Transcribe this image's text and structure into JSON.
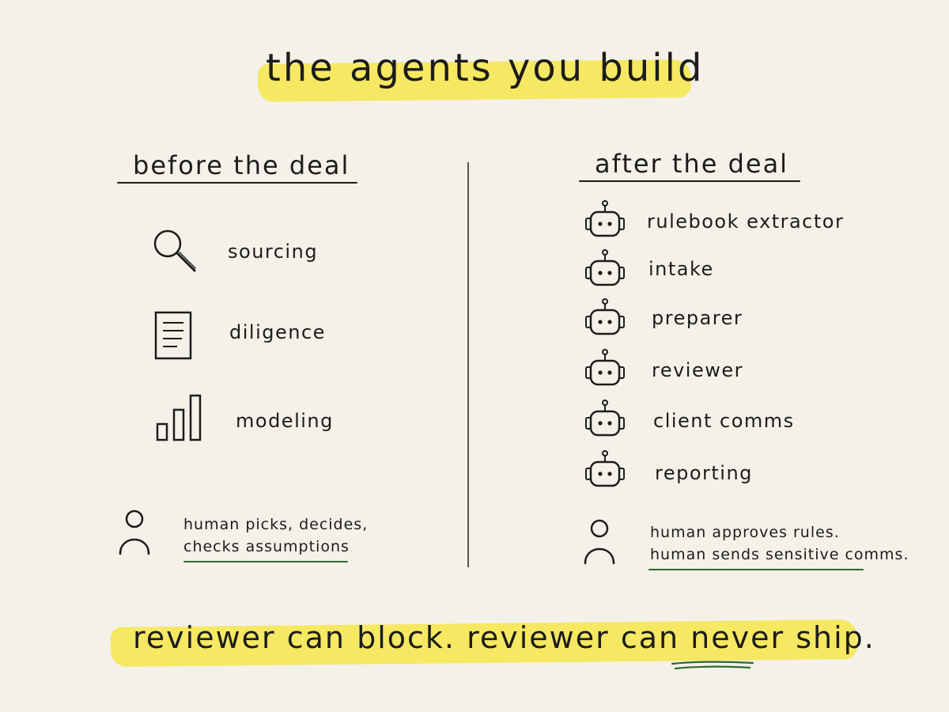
{
  "title": "the agents you build",
  "before": {
    "heading": "before the deal",
    "items": [
      {
        "label": "sourcing",
        "icon": "magnifier-icon"
      },
      {
        "label": "diligence",
        "icon": "document-icon"
      },
      {
        "label": "modeling",
        "icon": "bar-chart-icon"
      }
    ],
    "note": {
      "icon": "person-icon",
      "line1": "human picks, decides,",
      "line2": "checks assumptions"
    }
  },
  "after": {
    "heading": "after the deal",
    "items": [
      {
        "label": "rulebook extractor",
        "icon": "robot-icon"
      },
      {
        "label": "intake",
        "icon": "robot-icon"
      },
      {
        "label": "preparer",
        "icon": "robot-icon"
      },
      {
        "label": "reviewer",
        "icon": "robot-icon"
      },
      {
        "label": "client comms",
        "icon": "robot-icon"
      },
      {
        "label": "reporting",
        "icon": "robot-icon"
      }
    ],
    "note": {
      "icon": "person-icon",
      "line1": "human approves rules.",
      "line2": "human sends sensitive comms."
    }
  },
  "footer": {
    "part1": "reviewer can block. reviewer can ",
    "emphasis": "never",
    "part2": " ship."
  },
  "colors": {
    "background": "#f4f1e8",
    "highlight": "#f6e64a",
    "ink": "#1c1c1c",
    "underline": "#2e6b2e"
  }
}
